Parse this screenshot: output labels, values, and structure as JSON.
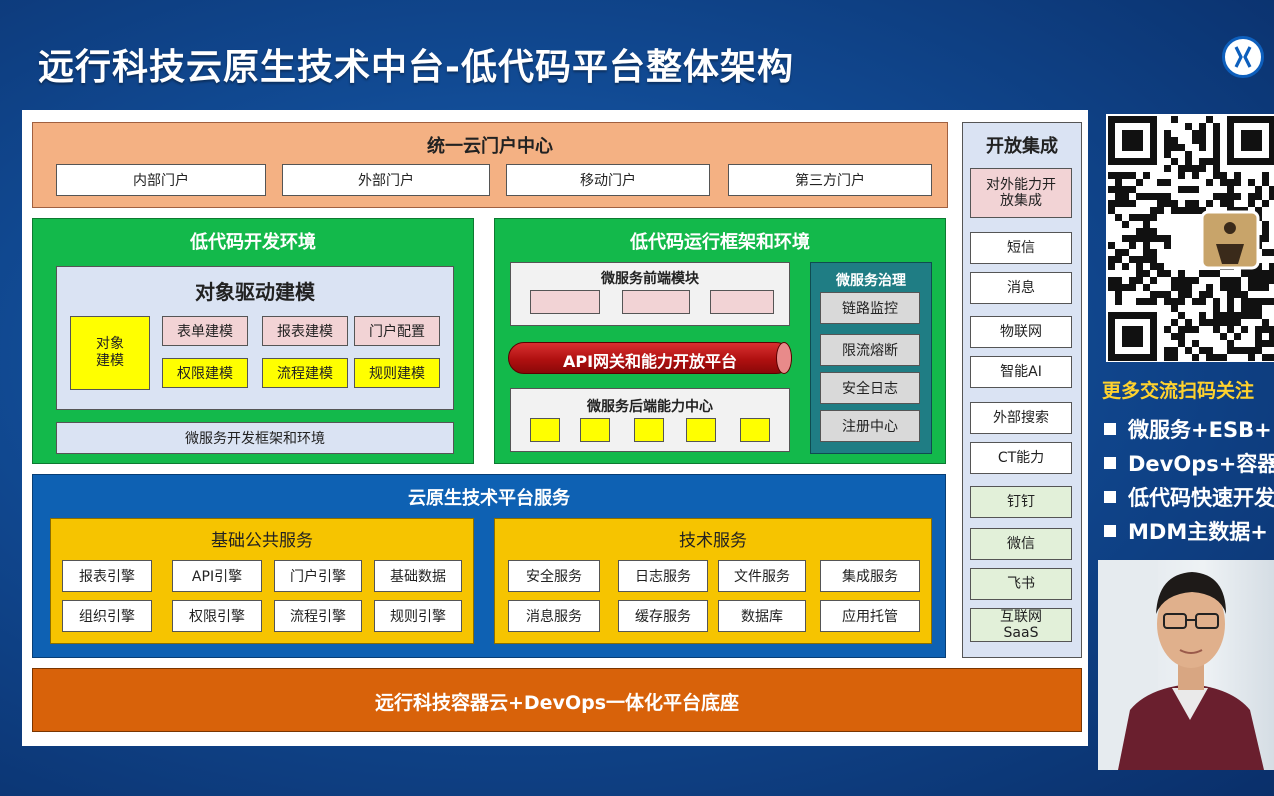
{
  "title": "远行科技云原生技术中台-低代码平台整体架构",
  "portal": {
    "title": "统一云门户中心",
    "items": [
      "内部门户",
      "外部门户",
      "移动门户",
      "第三方门户"
    ]
  },
  "dev_env": {
    "title": "低代码开发环境",
    "modeling": {
      "title": "对象驱动建模",
      "object_label": "对象\n建模",
      "items": [
        "表单建模",
        "报表建模",
        "门户配置",
        "权限建模",
        "流程建模",
        "规则建模"
      ]
    },
    "framework": "微服务开发框架和环境"
  },
  "runtime": {
    "title": "低代码运行框架和环境",
    "frontend": "微服务前端模块",
    "api_gateway": "API网关和能力开放平台",
    "backend": "微服务后端能力中心",
    "governance": {
      "title": "微服务治理",
      "items": [
        "链路监控",
        "限流熔断",
        "安全日志",
        "注册中心"
      ]
    }
  },
  "cloud": {
    "title": "云原生技术平台服务",
    "basic": {
      "title": "基础公共服务",
      "items": [
        "报表引擎",
        "API引擎",
        "门户引擎",
        "基础数据",
        "组织引擎",
        "权限引擎",
        "流程引擎",
        "规则引擎"
      ]
    },
    "tech": {
      "title": "技术服务",
      "items": [
        "安全服务",
        "日志服务",
        "文件服务",
        "集成服务",
        "消息服务",
        "缓存服务",
        "数据库",
        "应用托管"
      ]
    }
  },
  "base": "远行科技容器云+DevOps一体化平台底座",
  "open": {
    "title": "开放集成",
    "main": "对外能力开放集成",
    "items": [
      "短信",
      "消息",
      "物联网",
      "智能AI",
      "外部搜索",
      "CT能力"
    ],
    "green_items": [
      "钉钉",
      "微信",
      "飞书",
      "互联网\nSaaS"
    ]
  },
  "promo": {
    "title": "更多交流扫码关注",
    "bullets": [
      "微服务+ESB+",
      "DevOps+容器",
      "低代码快速开发",
      "MDM主数据+"
    ]
  },
  "colors": {
    "portal_bg": "#f4b183",
    "green": "#13b94b",
    "blue": "#0e61b3",
    "gold": "#f6c400",
    "orange": "#d8620a",
    "governance": "#1f7d84"
  }
}
